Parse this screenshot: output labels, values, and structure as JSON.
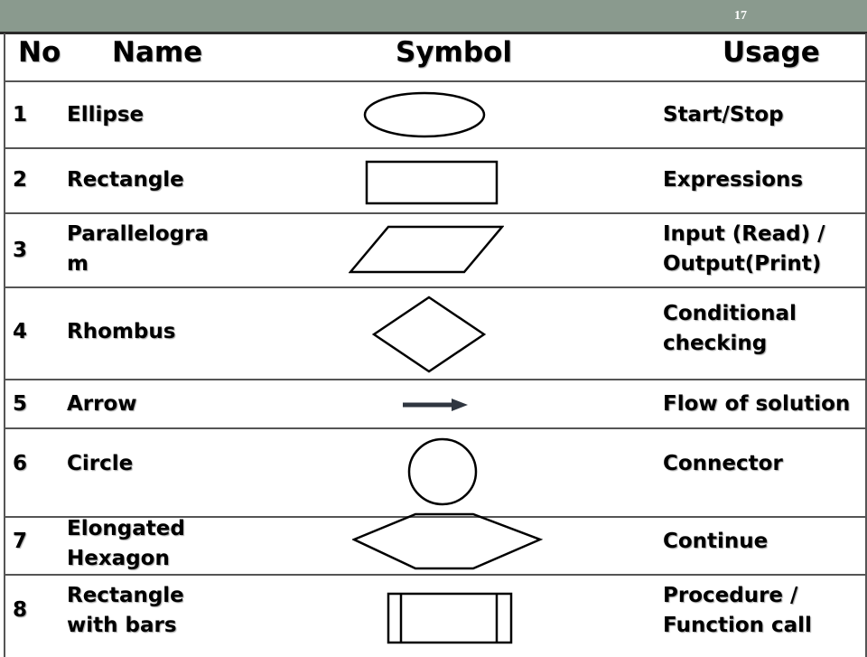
{
  "slide": {
    "number": "17"
  },
  "table": {
    "headers": {
      "no": "No",
      "name": "Name",
      "symbol": "Symbol",
      "usage": "Usage"
    },
    "rows": [
      {
        "no": "1",
        "name_lines": [
          "Ellipse"
        ],
        "symbol_icon": "ellipse-symbol",
        "usage_lines": [
          "Start/Stop"
        ]
      },
      {
        "no": "2",
        "name_lines": [
          "Rectangle"
        ],
        "symbol_icon": "rectangle-symbol",
        "usage_lines": [
          "Expressions"
        ]
      },
      {
        "no": "3",
        "name_lines": [
          "Parallelogra",
          "m"
        ],
        "symbol_icon": "parallelogram-symbol",
        "usage_lines": [
          "Input (Read)  /",
          "Output(Print)"
        ]
      },
      {
        "no": "4",
        "name_lines": [
          "Rhombus"
        ],
        "symbol_icon": "rhombus-symbol",
        "usage_lines": [
          "Conditional",
          "checking"
        ]
      },
      {
        "no": "5",
        "name_lines": [
          "Arrow"
        ],
        "symbol_icon": "arrow-symbol",
        "usage_lines": [
          "Flow of solution"
        ]
      },
      {
        "no": "6",
        "name_lines": [
          "Circle"
        ],
        "symbol_icon": "circle-symbol",
        "usage_lines": [
          "Connector"
        ]
      },
      {
        "no": "7",
        "name_lines": [
          "Elongated",
          "Hexagon"
        ],
        "symbol_icon": "hexagon-symbol",
        "usage_lines": [
          "Continue"
        ]
      },
      {
        "no": "8",
        "name_lines": [
          "Rectangle",
          "with bars"
        ],
        "symbol_icon": "rectangle-with-bars-symbol",
        "usage_lines": [
          "Procedure /",
          "Function call"
        ]
      }
    ]
  }
}
